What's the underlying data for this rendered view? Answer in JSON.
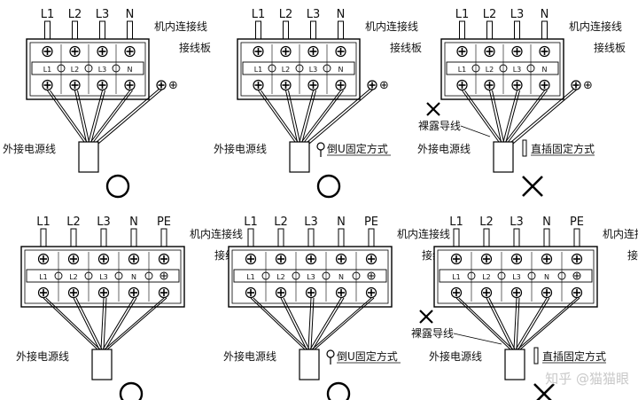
{
  "panels": [
    {
      "terminals": [
        "L1",
        "L2",
        "L3",
        "N"
      ],
      "labels": {
        "internal": "机内连接线",
        "board": "接线板",
        "external": "外接电源线"
      },
      "mark": "circle",
      "note": null,
      "bare_label": null
    },
    {
      "terminals": [
        "L1",
        "L2",
        "L3",
        "N"
      ],
      "labels": {
        "internal": "机内连接线",
        "board": "接线板",
        "external": "外接电源线"
      },
      "mark": "circle",
      "note": "倒U固定方式",
      "bare_label": null
    },
    {
      "terminals": [
        "L1",
        "L2",
        "L3",
        "N"
      ],
      "labels": {
        "internal": "机内连接线",
        "board": "接线板",
        "external": "外接电源线"
      },
      "mark": "cross",
      "note": "直插固定方式",
      "bare_label": "裸露导线"
    },
    {
      "terminals": [
        "L1",
        "L2",
        "L3",
        "N",
        "PE"
      ],
      "labels": {
        "internal": "机内连接线",
        "board": "接线板",
        "external": "外接电源线"
      },
      "mark": "circle",
      "note": null,
      "bare_label": null
    },
    {
      "terminals": [
        "L1",
        "L2",
        "L3",
        "N",
        "PE"
      ],
      "labels": {
        "internal": "机内连接线",
        "board": "接线板",
        "external": "外接电源线"
      },
      "mark": "circle",
      "note": "倒U固定方式",
      "bare_label": null
    },
    {
      "terminals": [
        "L1",
        "L2",
        "L3",
        "N",
        "PE"
      ],
      "labels": {
        "internal": "机内连接线",
        "board": "接线板",
        "external": "外接电源线"
      },
      "mark": "cross",
      "note": "直插固定方式",
      "bare_label": "裸露导线"
    }
  ],
  "ground_symbol": "⊕",
  "watermark": "知乎 @猫猫眼"
}
